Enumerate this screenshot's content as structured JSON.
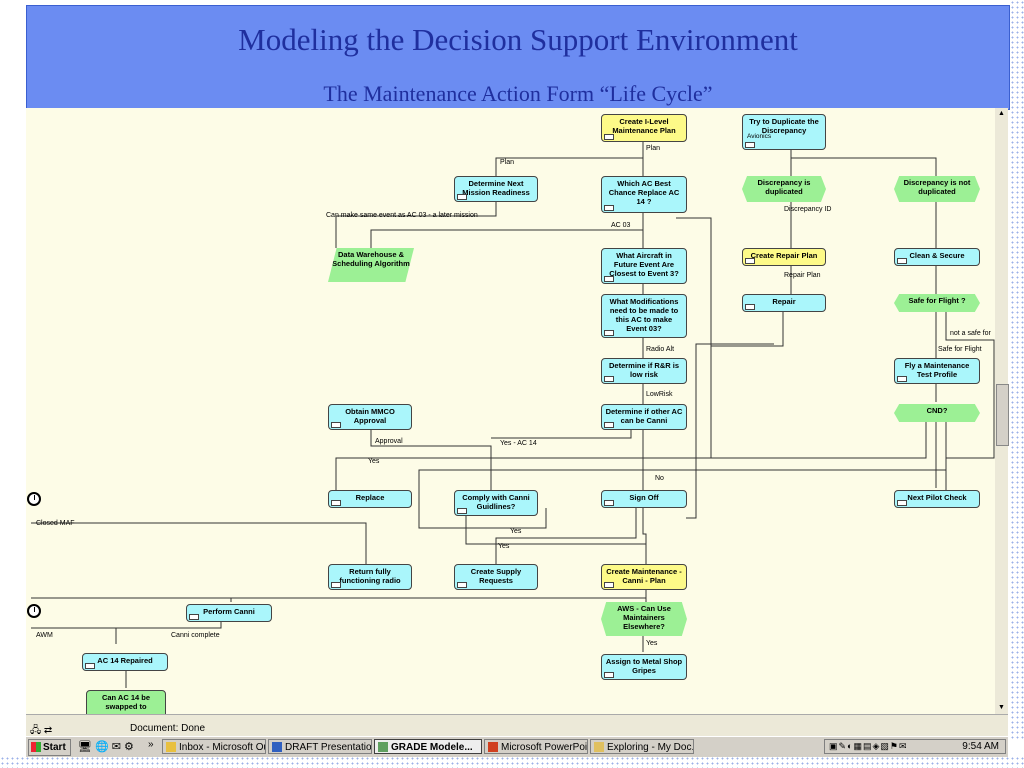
{
  "slide": {
    "title": "Modeling the Decision Support Environment",
    "subtitle": "The Maintenance Action Form “Life Cycle”"
  },
  "colors": {
    "header": "#6b8cf2",
    "title_text": "#1f2f9e",
    "canvas": "#fdfce7",
    "cyan_node": "#aaf6fb",
    "yellow_node": "#fdfa88",
    "green_node": "#9cf095"
  },
  "nodes": {
    "create_ilevel": "Create I-Level Maintenance Plan",
    "try_duplicate": "Try to Duplicate the Discrepancy",
    "try_duplicate_sub": "Avionics",
    "determine_next": "Determine Next Mission Readiness",
    "which_ac": "Which AC Best Chance Replace AC 14 ?",
    "disc_duplicated": "Discrepancy is duplicated",
    "disc_not_duplicated": "Discrepancy is not duplicated",
    "data_warehouse": "Data Warehouse & Scheduling Algorithm",
    "what_aircraft": "What Aircraft in Future Event Are Closest to Event 3?",
    "create_repair": "Create Repair Plan",
    "clean_secure": "Clean & Secure",
    "what_mods": "What Modifications need to be made to this AC to make Event 03?",
    "repair": "Repair",
    "safe_flight": "Safe for Flight ?",
    "determine_rr": "Determine if R&R is low risk",
    "fly_maint": "Fly a Maintenance Test Profile",
    "obtain_mmco": "Obtain MMCO Approval",
    "determine_other": "Determine if other AC can be Canni",
    "cnd": "CND?",
    "replace": "Replace",
    "comply_canni": "Comply with Canni Guidlines?",
    "sign_off": "Sign Off",
    "next_pilot": "Next Pilot Check",
    "return_radio": "Return fully functioning radio",
    "create_supply": "Create Supply Requests",
    "create_maint_canni": "Create Maintenance - Canni - Plan",
    "perform_canni": "Perform Canni",
    "aws": "AWS - Can Use Maintainers Elsewhere?",
    "ac14_repaired": "AC 14 Repaired",
    "assign_metal": "Assign to Metal Shop Gripes",
    "can_ac14": "Can AC 14 be swapped to"
  },
  "edge_labels": {
    "plan1": "Plan",
    "plan2": "Plan",
    "same_event": "Can make same event as AC 03 - a later mission",
    "ac03": "AC 03",
    "disc_id": "Discrepancy ID",
    "repair_plan": "Repair Plan",
    "not_safe": "not a safe for",
    "safe_for_flight": "Safe for Flight",
    "radio_alt": "Radio Alt",
    "low_risk": "LowRisk",
    "approval": "Approval",
    "yes_ac14": "Yes - AC 14",
    "yes1": "Yes",
    "no": "No",
    "closed_maf": "Closed MAF",
    "yes2": "Yes",
    "yes3": "Yes",
    "awm": "AWM",
    "canni_complete": "Canni complete",
    "yes4": "Yes"
  },
  "status_bar": {
    "text": "Document: Done"
  },
  "taskbar": {
    "start": "Start",
    "more": "»",
    "tasks": [
      "Inbox - Microsoft Ou...",
      "DRAFT Presentatio...",
      "GRADE Modele...",
      "Microsoft PowerPoi...",
      "Exploring - My Doc..."
    ],
    "clock": "9:54 AM"
  },
  "icons": [
    "clock-trigger-icon",
    "window-menu-icon",
    "start-logo-icon",
    "tray-icons"
  ]
}
